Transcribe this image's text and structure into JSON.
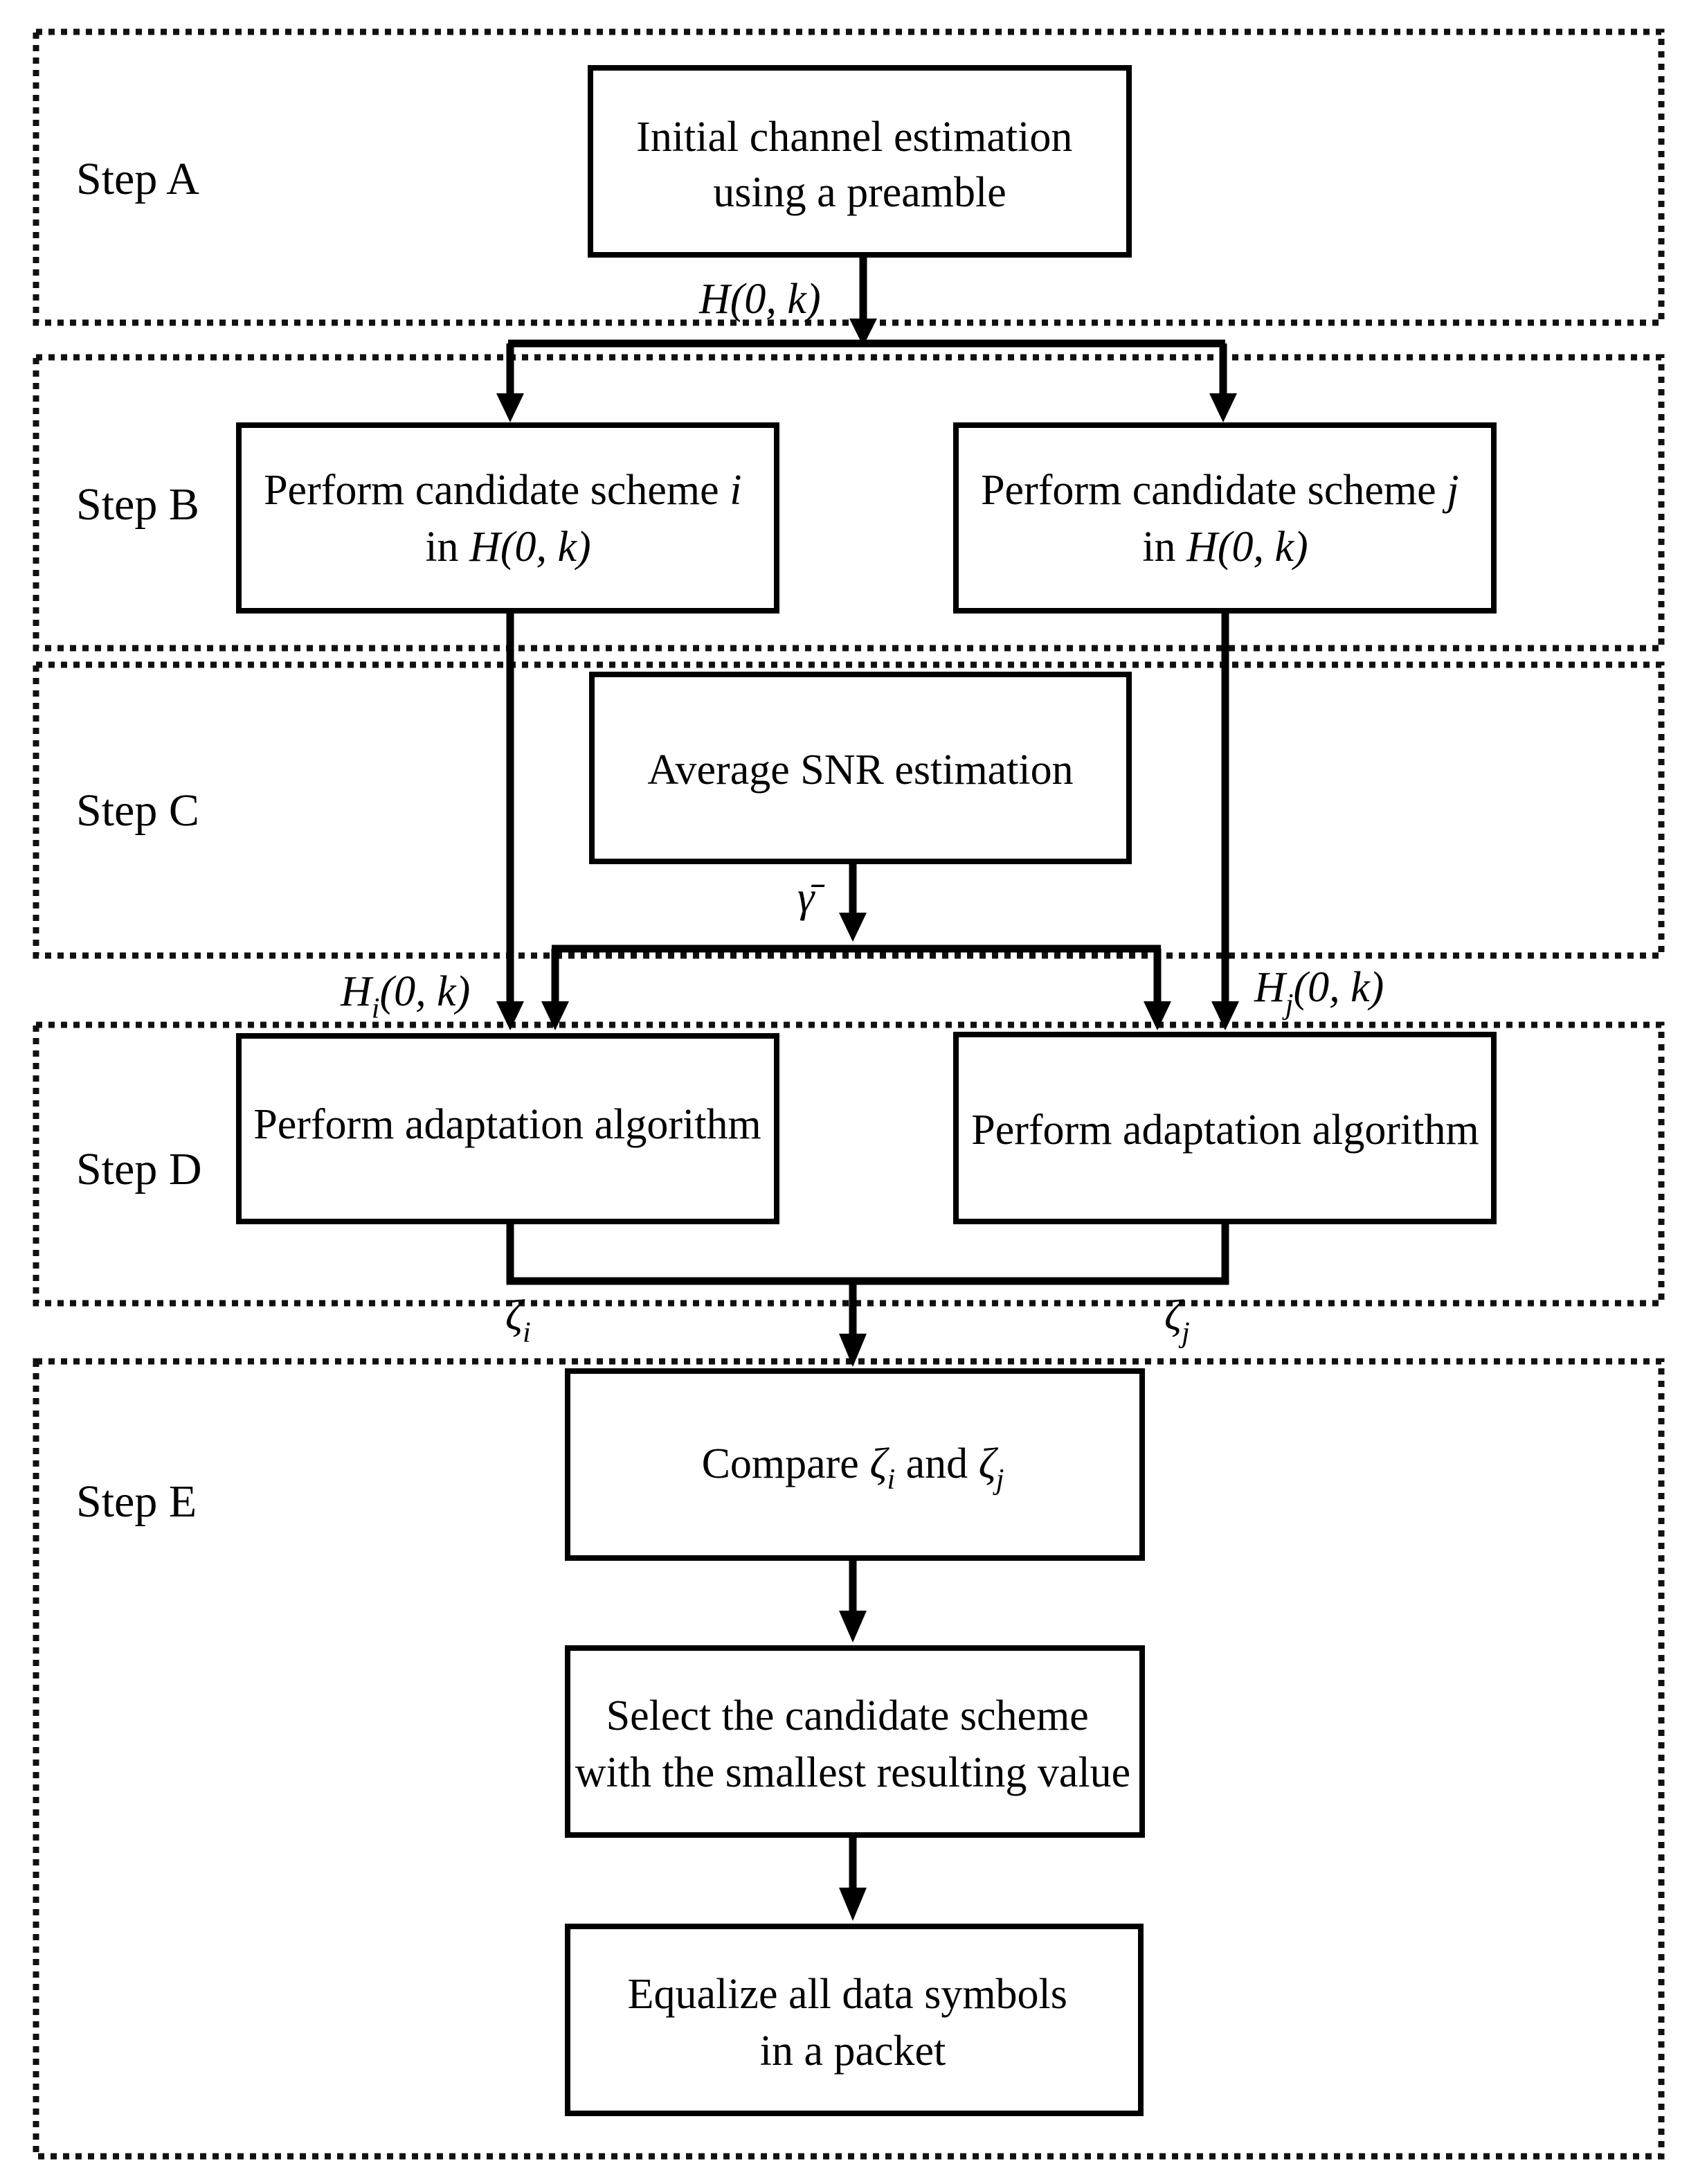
{
  "steps": {
    "a": "Step A",
    "b": "Step B",
    "c": "Step C",
    "d": "Step D",
    "e": "Step E"
  },
  "boxes": {
    "initial_estimation": [
      "Initial channel estimation",
      "using a preamble"
    ],
    "candidate_i": {
      "line1": "Perform candidate scheme ",
      "var": "i",
      "line2_prefix": "in ",
      "line2_math": "H(0, k)"
    },
    "candidate_j": {
      "line1": "Perform candidate scheme ",
      "var": "j",
      "line2_prefix": "in ",
      "line2_math": "H(0, k)"
    },
    "snr_estimation": "Average SNR estimation",
    "adaptation_left": "Perform adaptation algorithm",
    "adaptation_right": "Perform adaptation algorithm",
    "compare": {
      "prefix": "Compare ",
      "a_sym": "ζ",
      "a_sub": "i",
      "middle": " and ",
      "b_sym": "ζ",
      "b_sub": "j"
    },
    "select": [
      "Select the candidate scheme",
      "with the smallest resulting value"
    ],
    "equalize": [
      "Equalize all data symbols",
      "in a packet"
    ]
  },
  "edge_labels": {
    "channel": "H(0, k)",
    "snr": "γ̄",
    "hi": {
      "sym": "H",
      "sub": "i",
      "rest": "(0, k)"
    },
    "hj": {
      "sym": "H",
      "sub": "j",
      "rest": "(0, k)"
    },
    "zeta_i": {
      "sym": "ζ",
      "sub": "i"
    },
    "zeta_j": {
      "sym": "ζ",
      "sub": "j"
    }
  }
}
